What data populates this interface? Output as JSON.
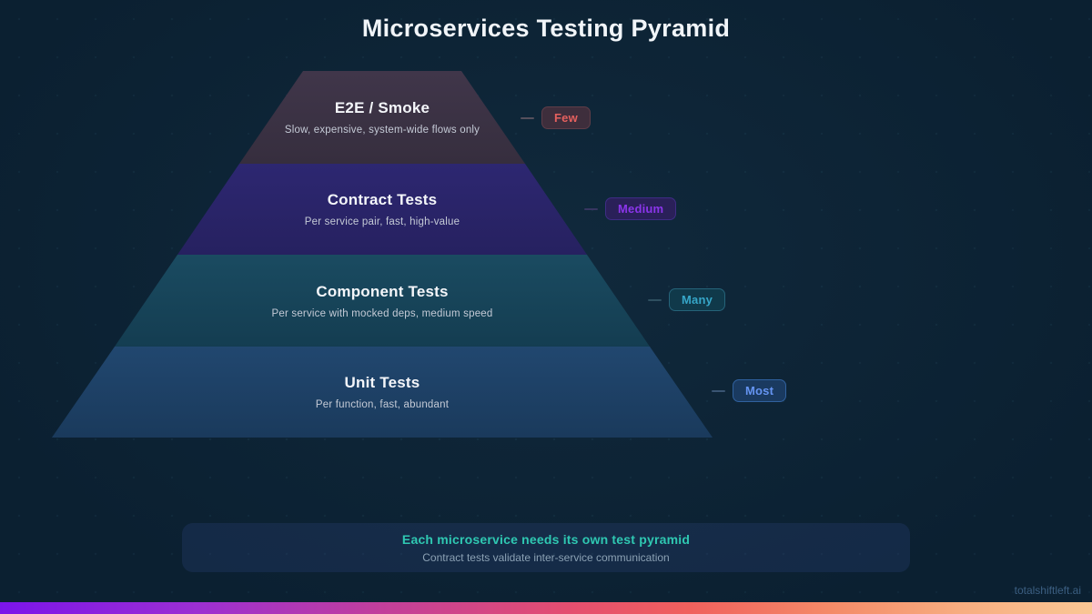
{
  "title": "Microservices Testing Pyramid",
  "pyramid": {
    "layers": [
      {
        "name": "E2E / Smoke",
        "description": "Slow, expensive, system-wide flows only",
        "badge": "Few",
        "layer_color": "#3b3143",
        "badge_color": "#e4605e"
      },
      {
        "name": "Contract Tests",
        "description": "Per service pair, fast, high-value",
        "badge": "Medium",
        "layer_color": "#2a2468",
        "badge_color": "#8b35ea"
      },
      {
        "name": "Component Tests",
        "description": "Per service with mocked deps, medium speed",
        "badge": "Many",
        "layer_color": "#17465a",
        "badge_color": "#36a6c8"
      },
      {
        "name": "Unit Tests",
        "description": "Per function, fast, abundant",
        "badge": "Most",
        "layer_color": "#1d4166",
        "badge_color": "#6594f2"
      }
    ]
  },
  "callout": {
    "title": "Each microservice needs its own test pyramid",
    "subtitle": "Contract tests validate inter-service communication"
  },
  "footer": {
    "brand": "totalshiftleft.ai"
  },
  "colors": {
    "background": "#0c2132",
    "title_text": "#f1f5f9",
    "callout_accent": "#2fc8b2",
    "footer_gradient": [
      "#7b15ea",
      "#c23f9b",
      "#f0605d",
      "#f9c795"
    ]
  }
}
